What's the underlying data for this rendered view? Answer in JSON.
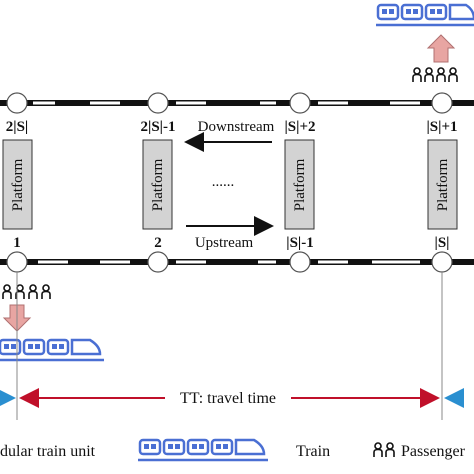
{
  "stations_top": [
    {
      "label": "2|S|"
    },
    {
      "label": "2|S|-1"
    },
    {
      "label": "|S|+2"
    },
    {
      "label": "|S|+1"
    }
  ],
  "stations_bottom": [
    {
      "label": "1"
    },
    {
      "label": "2"
    },
    {
      "label": "|S|-1"
    },
    {
      "label": "|S|"
    }
  ],
  "platform_label": "Platform",
  "directions": {
    "downstream": "Downstream",
    "upstream": "Upstream",
    "ellipsis": "......"
  },
  "travel_time_label": "TT: travel time",
  "legend": {
    "module": "dular train unit",
    "train": "Train",
    "passenger": "Passenger"
  },
  "colors": {
    "train_blue": "#4a6fd3",
    "arrow_pink": "#e8a5a2",
    "tt_red": "#c0102a",
    "tt_blue": "#2a8fd0",
    "platform_gray": "#d3d3d3"
  }
}
